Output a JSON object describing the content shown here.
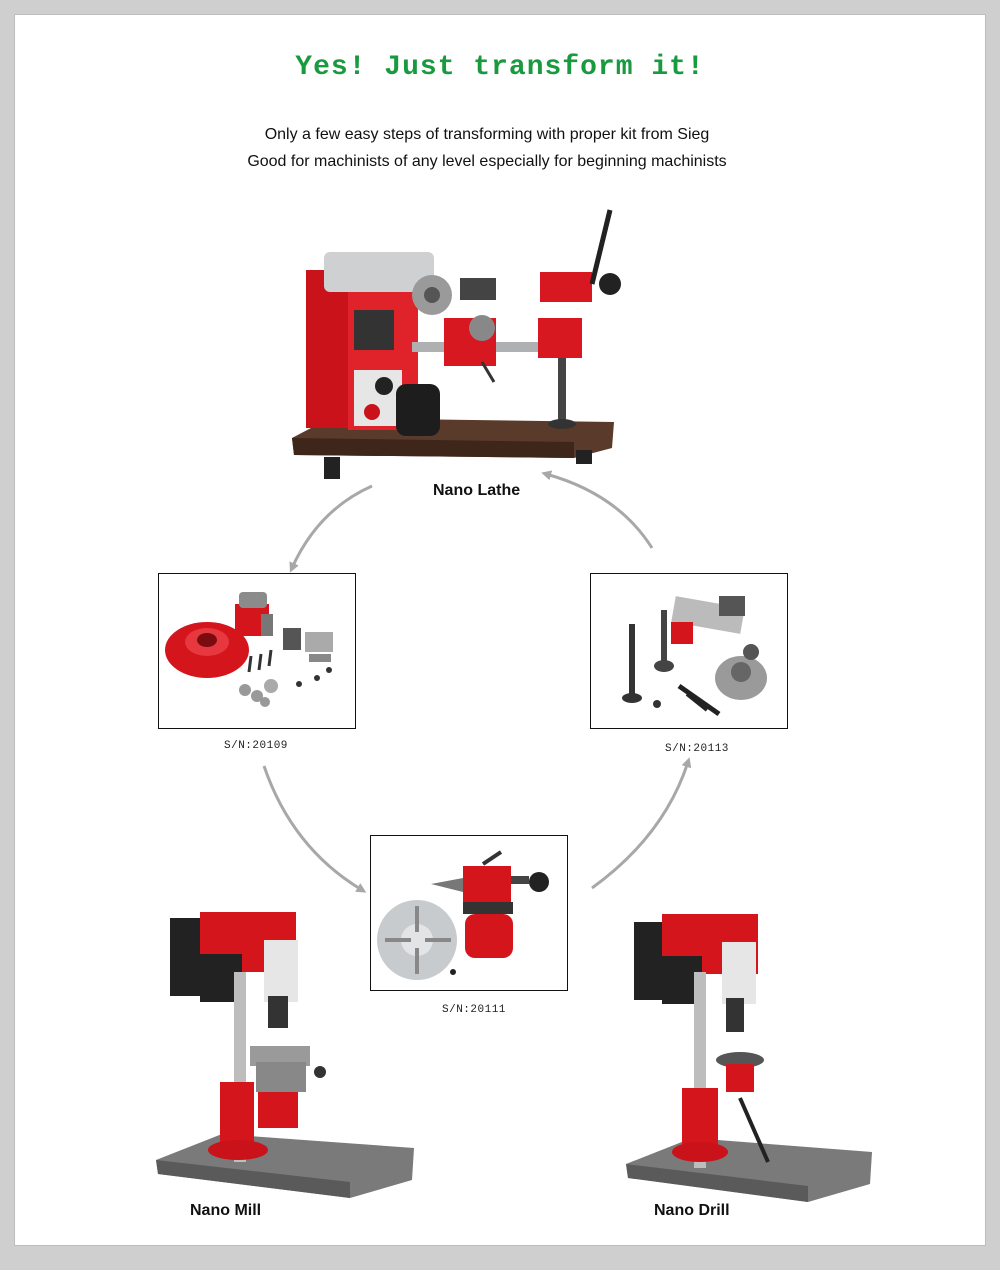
{
  "heading": "Yes! Just transform it!",
  "intro": {
    "line1": "Only a few easy steps of transforming with proper kit from Sieg",
    "line2": "Good for machinists of any level especially for beginning machinists"
  },
  "machines": {
    "lathe": "Nano Lathe",
    "mill": "Nano Mill",
    "drill": "Nano Drill"
  },
  "kits": {
    "left": "S/N:20109",
    "right": "S/N:20113",
    "center": "S/N:20111"
  },
  "colors": {
    "heading": "#1a9a3e",
    "machine_red": "#d4151c",
    "arrow": "#a8a8a8",
    "base_wood": "#5a3a2a",
    "base_steel": "#7a7a7a"
  }
}
